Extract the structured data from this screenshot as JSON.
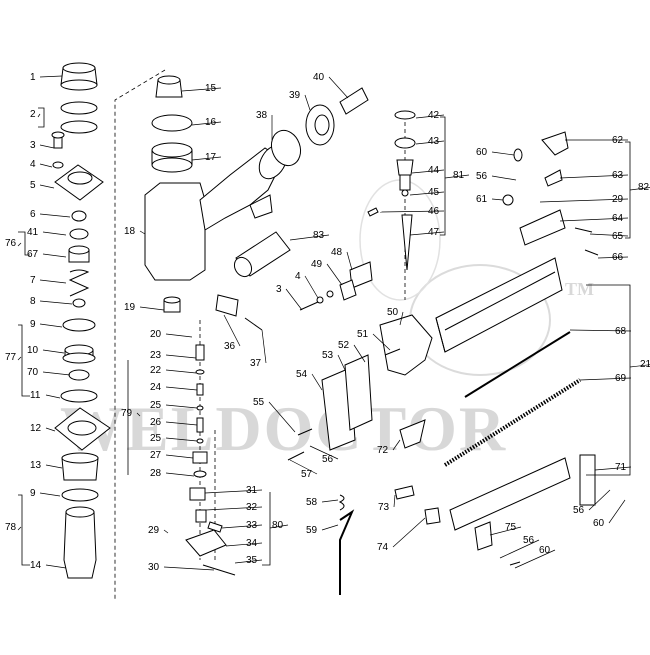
{
  "watermark": {
    "brand": "WELDOCTOR",
    "trademark": "TM"
  },
  "callouts": [
    "1",
    "2",
    "3",
    "4",
    "5",
    "6",
    "41",
    "67",
    "76",
    "7",
    "8",
    "9",
    "10",
    "70",
    "77",
    "11",
    "12",
    "13",
    "9",
    "78",
    "14",
    "15",
    "16",
    "17",
    "18",
    "19",
    "20",
    "23",
    "22",
    "24",
    "25",
    "26",
    "25",
    "27",
    "28",
    "79",
    "29",
    "30",
    "31",
    "32",
    "33",
    "34",
    "35",
    "80",
    "36",
    "37",
    "38",
    "39",
    "40",
    "42",
    "43",
    "44",
    "45",
    "46",
    "47",
    "81",
    "83",
    "48",
    "49",
    "3",
    "4",
    "50",
    "51",
    "52",
    "53",
    "54",
    "55",
    "56",
    "57",
    "58",
    "59",
    "60",
    "56",
    "61",
    "62",
    "63",
    "29",
    "64",
    "65",
    "66",
    "82",
    "68",
    "69",
    "21",
    "71",
    "72",
    "73",
    "74",
    "75",
    "56",
    "60",
    "56",
    "60"
  ],
  "colors": {
    "line": "#000000",
    "watermark": "#cfcfcf"
  }
}
